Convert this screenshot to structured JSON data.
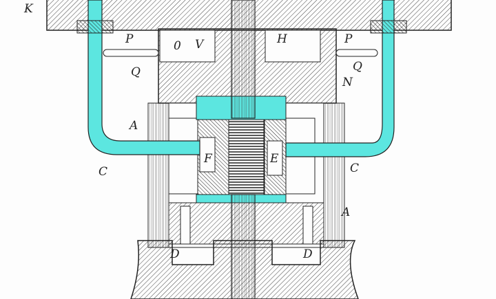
{
  "diagram": {
    "labels": {
      "k": "K",
      "p_left": "P",
      "o": "0",
      "v": "V",
      "h": "H",
      "p_right": "P",
      "q_left": "Q",
      "q_right": "Q",
      "n": "N",
      "a_left": "A",
      "a_right": "A",
      "c_left": "C",
      "c_right": "C",
      "f": "F",
      "e": "E",
      "d_left": "D",
      "d_right": "D"
    },
    "colors": {
      "highlight": "#5ce6e0",
      "ink": "#222222",
      "paper": "#fdfdfd"
    }
  }
}
